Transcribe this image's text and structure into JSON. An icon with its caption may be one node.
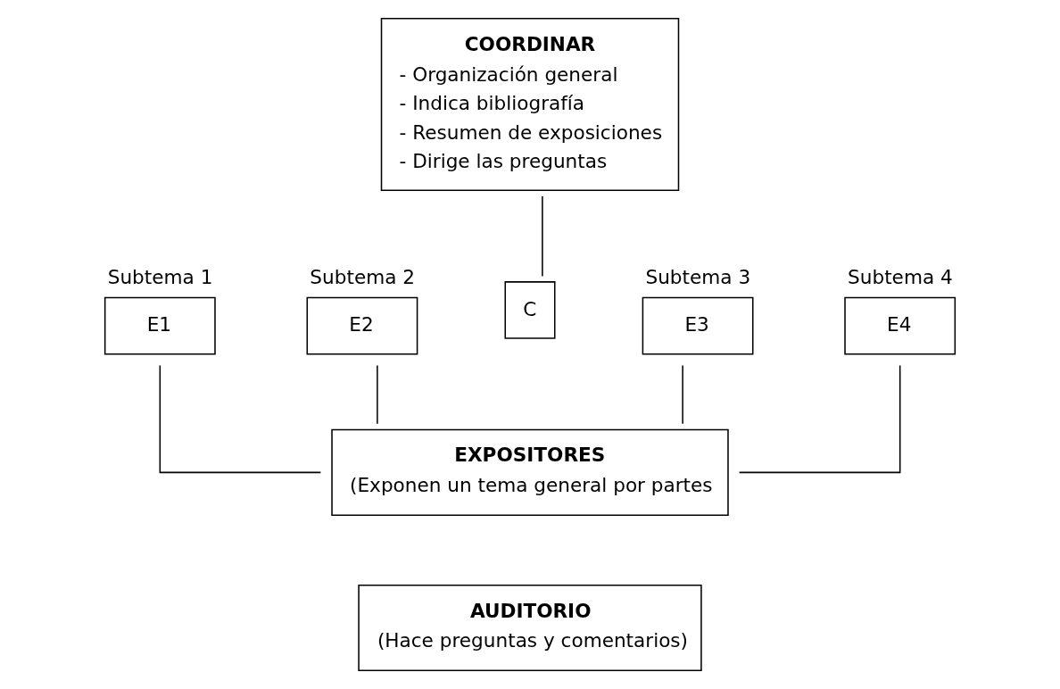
{
  "diagram": {
    "nodes": [
      {
        "text": [
          "COORDINAR",
          "- Organización general",
          "- Indica bibliografía",
          "- Resumen de exposiciones",
          "- Dirige las preguntas"
        ]
      },
      {
        "text": [
          "E1"
        ],
        "beside": [
          "Subtema 1"
        ]
      },
      {
        "text": [
          "E2"
        ],
        "beside": [
          "Subtema 2"
        ]
      },
      {
        "text": [
          "C"
        ]
      },
      {
        "text": [
          "E3"
        ],
        "beside": [
          "Subtema 3"
        ]
      },
      {
        "text": [
          "E4"
        ],
        "beside": [
          "Subtema 4"
        ]
      },
      {
        "text": [
          "EXPOSITORES",
          "(Exponen un tema general por partes"
        ]
      },
      {
        "text": [
          "AUDITORIO",
          "(Hace preguntas y comentarios)"
        ]
      }
    ],
    "edges": [
      {
        "from": 0,
        "to": 3,
        "arrow": "none"
      },
      {
        "from": 1,
        "to": 6,
        "arrow": "none"
      },
      {
        "from": 2,
        "to": 6,
        "arrow": "none"
      },
      {
        "from": 4,
        "to": 6,
        "arrow": "none"
      },
      {
        "from": 5,
        "to": 6,
        "arrow": "none"
      }
    ]
  }
}
